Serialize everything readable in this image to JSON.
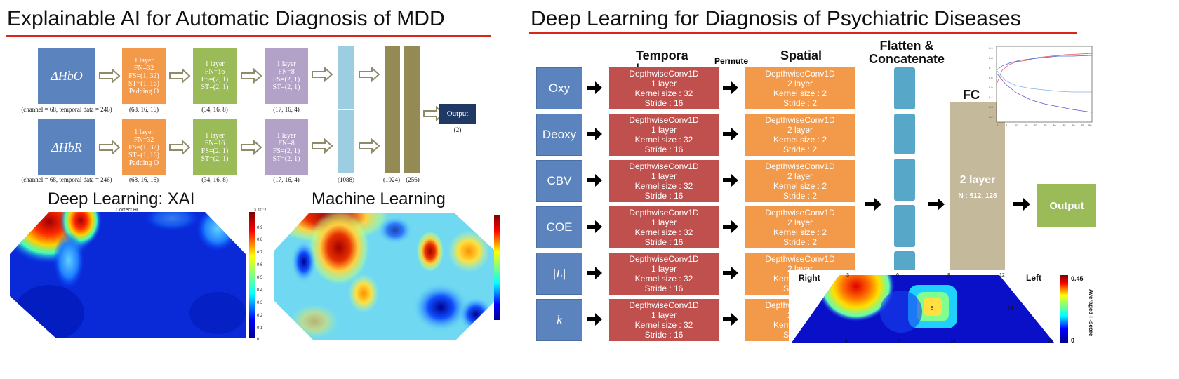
{
  "left": {
    "title": "Explainable AI for Automatic Diagnosis of MDD",
    "inputs": [
      "ΔHbO",
      "ΔHbR"
    ],
    "input_caption": "(channel = 68, temporal data = 246)",
    "layer1": [
      "1 layer",
      "FN=32",
      "FS=(1, 32)",
      "ST=(1, 16)",
      "Padding O"
    ],
    "layer1_caption": "(68, 16, 16)",
    "layer2": [
      "1 layer",
      "FN=16",
      "FS=(2, 1)",
      "ST=(2, 1)"
    ],
    "layer2_caption": "(34, 16, 8)",
    "layer3": [
      "1 layer",
      "FN=8",
      "FS=(2, 1)",
      "ST=(2, 1)"
    ],
    "layer3_caption": "(17, 16, 4)",
    "concat_caption": "(1088)",
    "fc1_caption": "(1024)",
    "fc2_caption": "(256)",
    "output_label": "Output",
    "output_caption": "(2)",
    "xai_title": "Deep Learning: XAI",
    "ml_title": "Machine Learning",
    "xai_map_title": "Correct HC",
    "xai_scale_exp": "× 10⁻³",
    "xai_colorbar_ticks": [
      "0.9",
      "0.8",
      "0.7",
      "0.6",
      "0.5",
      "0.4",
      "0.3",
      "0.2",
      "0.1",
      "0"
    ]
  },
  "right": {
    "title": "Deep Learning for Diagnosis of Psychiatric Diseases",
    "inputs": [
      "Oxy",
      "Deoxy",
      "CBV",
      "COE",
      "|L|",
      "k"
    ],
    "temporal_header": "Tempora\nl",
    "permute_label": "Permute",
    "spatial_header": "Spatial",
    "flatten_header": "Flatten &\nConcatenate",
    "fc_header": "FC",
    "temporal_block": [
      "DepthwiseConv1D",
      "1 layer",
      "Kernel size : 32",
      "Stride : 16"
    ],
    "spatial_block": [
      "DepthwiseConv1D",
      "2 layer",
      "Kernel size : 2",
      "Stride : 2"
    ],
    "fc_block_title": "2 layer",
    "fc_block_sub": "N : 512, 128",
    "output_label": "Output",
    "topo_right_label": "Right",
    "topo_left_label": "Left",
    "topo_channel_numbers": [
      "3",
      "6",
      "9",
      "12",
      "14",
      "8",
      "4",
      "7",
      "10",
      "15"
    ],
    "colorbar_max": "0.45",
    "colorbar_min": "0",
    "colorbar_label": "Averaged F-score",
    "curve_axis_x": [
      "0",
      "5",
      "10",
      "15",
      "20",
      "25",
      "30",
      "35",
      "40",
      "45",
      "50"
    ],
    "curve_axis_y": [
      "0.9",
      "0.8",
      "0.7",
      "0.6",
      "0.5",
      "0.4",
      "0.3",
      "0.2"
    ]
  },
  "colors": {
    "accent_red": "#d9261c",
    "input_blue": "#5b84bf",
    "red_block": "#c0504d",
    "orange_block": "#f3994a",
    "green_block": "#9bbb59",
    "purple_block": "#b3a2c7",
    "fc_tan": "#c4b99a",
    "output_green": "#9bbb59"
  }
}
